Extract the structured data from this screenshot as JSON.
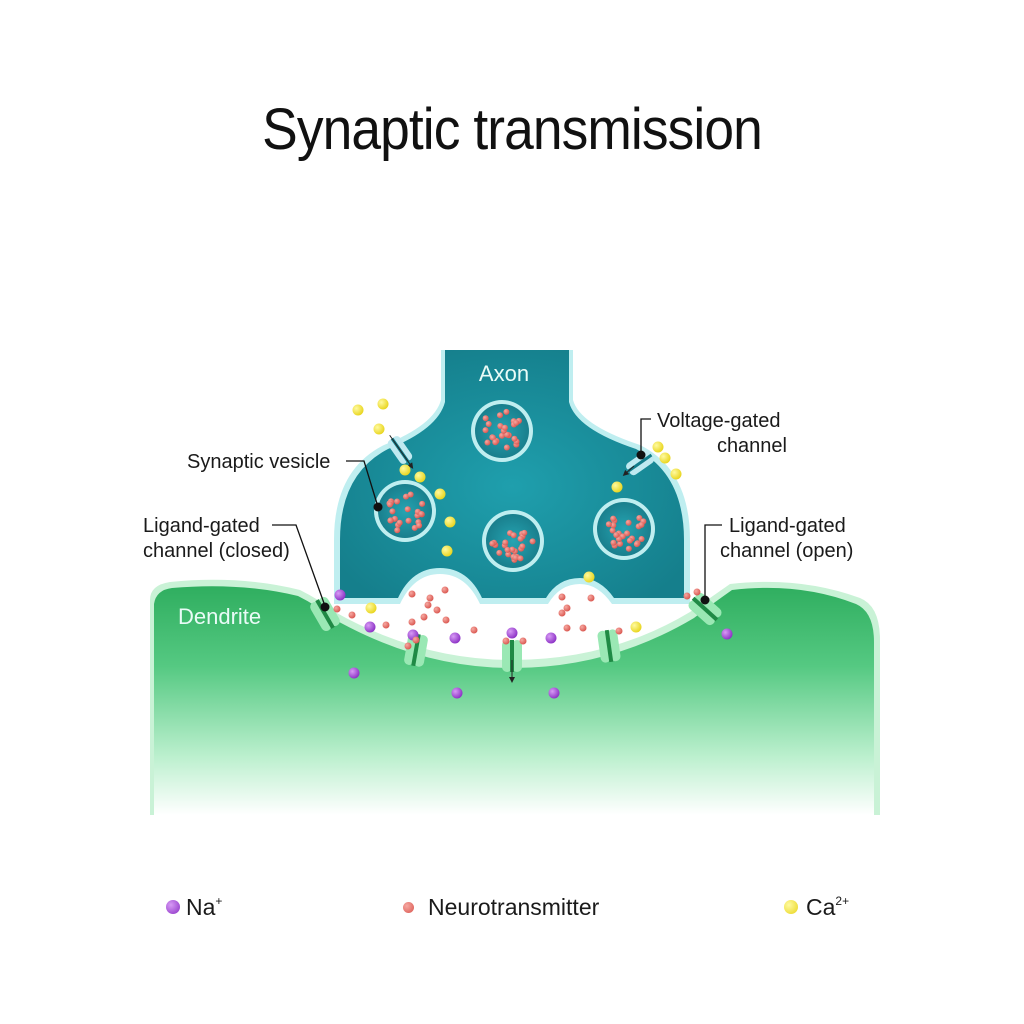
{
  "title": "Synaptic transmission",
  "labels": {
    "axon": "Axon",
    "dendrite": "Dendrite",
    "synaptic_vesicle": "Synaptic vesicle",
    "voltage_gated_line1": "Voltage-gated",
    "voltage_gated_line2": "channel",
    "ligand_closed_line1": "Ligand-gated",
    "ligand_closed_line2": "channel (closed)",
    "ligand_open_line1": "Ligand-gated",
    "ligand_open_line2": "channel (open)"
  },
  "legend": [
    {
      "key": "na",
      "label": "Na",
      "superscript": "+",
      "color": "#9b3fd1"
    },
    {
      "key": "nt",
      "label": "Neurotransmitter",
      "superscript": "",
      "color": "#e86a62"
    },
    {
      "key": "ca",
      "label": "Ca",
      "superscript": "2+",
      "color": "#f3e333"
    }
  ],
  "colors": {
    "axon": "#1b9fad",
    "axon_dark": "#127c8a",
    "axon_membrane": "#bfeef0",
    "dendrite": "#3fbf6e",
    "dendrite_light": "#e6fbee",
    "dendrite_membrane": "#c9f2d6",
    "channel": "#9ae8b4",
    "channel_dark": "#1f8a45"
  }
}
